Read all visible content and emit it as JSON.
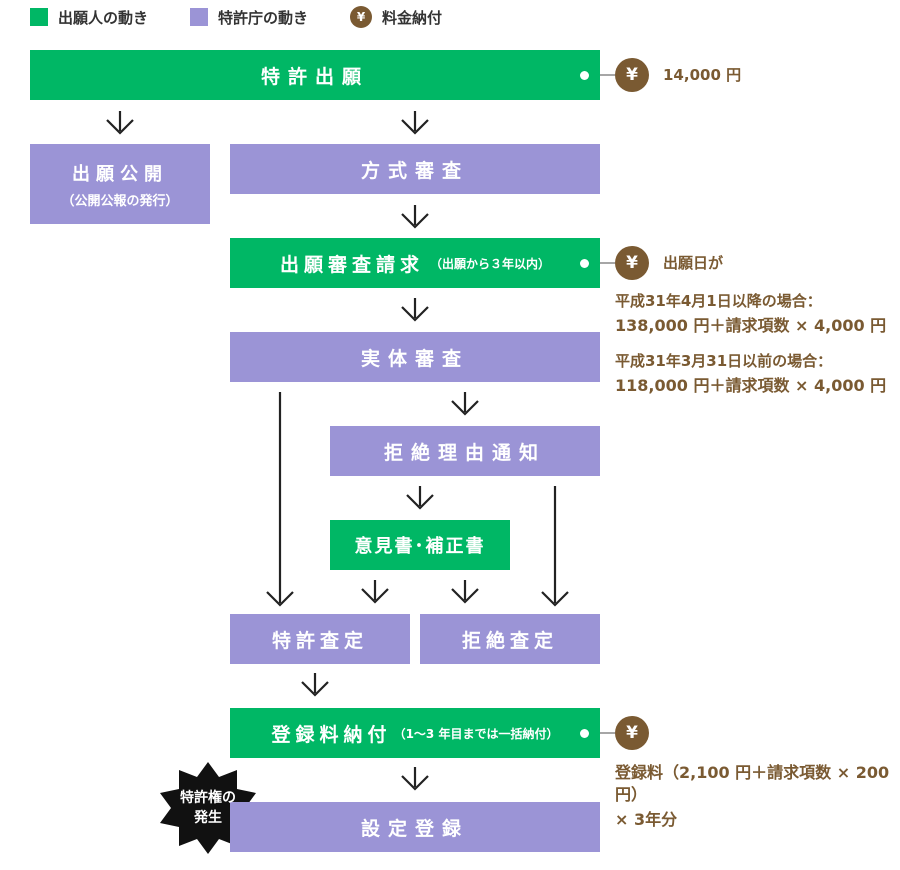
{
  "legend": {
    "applicant": "出願人の動き",
    "office": "特許庁の動き",
    "fee": "料金納付"
  },
  "yen_symbol": "¥",
  "colors": {
    "applicant": "#00b765",
    "office": "#9b94d6",
    "fee": "#7a5a32"
  },
  "steps": {
    "application": "特許出願",
    "publication": "出願公開",
    "publication_sub": "（公開公報の発行）",
    "formality": "方式審査",
    "exam_request": "出願審査請求",
    "exam_request_sub": "（出願から３年以内）",
    "substantive": "実体審査",
    "rejection_notice": "拒絶理由通知",
    "response": "意見書･補正書",
    "grant_decision": "特許査定",
    "rejection_decision": "拒絶査定",
    "registration_fee": "登録料納付",
    "registration_fee_sub": "（1～3 年目までは一括納付）",
    "registration": "設定登録"
  },
  "fees": {
    "application_fee": "14,000 円",
    "exam_header": "出願日が",
    "exam_after_label": "平成31年4月1日以降の場合：",
    "exam_after_value": "138,000 円＋請求項数 × 4,000 円",
    "exam_before_label": "平成31年3月31日以前の場合：",
    "exam_before_value": "118,000 円＋請求項数 × 4,000 円",
    "registration_line1": "登録料（2,100 円＋請求項数 × 200 円）",
    "registration_line2": "× 3年分"
  },
  "badge": {
    "line1": "特許権の",
    "line2": "発生"
  }
}
